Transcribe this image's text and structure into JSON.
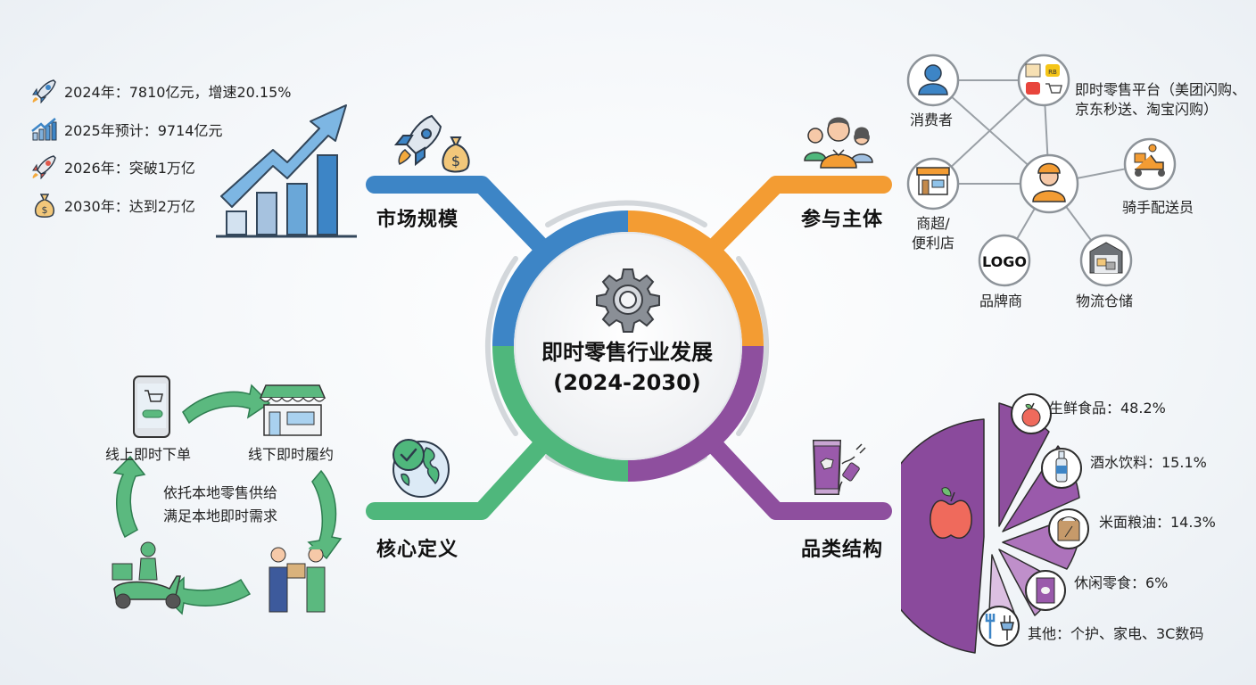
{
  "center": {
    "title_line1": "即时零售行业发展",
    "title_line2": "(2024-2030)",
    "icon": "gear-icon"
  },
  "colors": {
    "market": "#3d85c6",
    "participants": "#f39c33",
    "definition": "#4fb77c",
    "category": "#8e4f9e",
    "ring_grey": "#d3d7db"
  },
  "branches": {
    "market": {
      "title": "市场规模",
      "icons": [
        "rocket-icon",
        "money-bag-icon"
      ],
      "stats": [
        {
          "icon": "rocket-icon",
          "text": "2024年：7810亿元，增速20.15%"
        },
        {
          "icon": "growth-chart-icon",
          "text": "2025年预计：9714亿元"
        },
        {
          "icon": "rocket-icon",
          "text": "2026年：突破1万亿"
        },
        {
          "icon": "money-bag-icon",
          "text": "2030年：达到2万亿"
        }
      ]
    },
    "participants": {
      "title": "参与主体",
      "icon": "people-group-icon",
      "nodes": {
        "consumer": "消费者",
        "platform": "即时零售平台（美团闪购、京东秒送、淘宝闪购）",
        "store": "商超/便利店",
        "rider": "骑手配送员",
        "brand": "品牌商",
        "brand_logo": "LOGO",
        "logistics": "物流仓储"
      }
    },
    "definition": {
      "title": "核心定义",
      "icon": "globe-check-icon",
      "steps": [
        "线上即时下单",
        "线下即时履约"
      ],
      "center_text_line1": "依托本地零售供给",
      "center_text_line2": "满足本地即时需求"
    },
    "category": {
      "title": "品类结构",
      "icon": "snack-bag-plug-icon"
    }
  },
  "chart_data": {
    "type": "pie",
    "title": "品类结构",
    "categories": [
      "生鲜食品",
      "酒水饮料",
      "米面粮油",
      "休闲零食",
      "其他：个护、家电、3C数码"
    ],
    "values": [
      48.2,
      15.1,
      14.3,
      6,
      null
    ],
    "labels": [
      "生鲜食品：48.2%",
      "酒水饮料：15.1%",
      "米面粮油：14.3%",
      "休闲零食：6%",
      "其他：个护、家电、3C数码"
    ],
    "colors": [
      "#8a4a9c",
      "#9a5aab",
      "#ad73bb",
      "#bf8fca",
      "#dcc0e2"
    ]
  }
}
